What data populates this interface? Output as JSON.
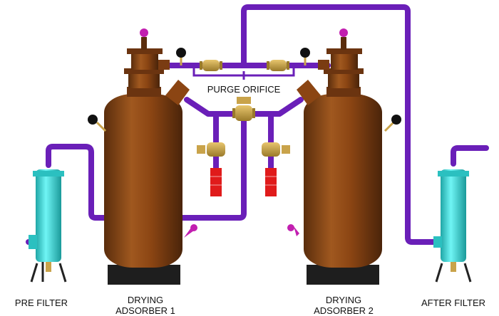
{
  "labels": {
    "purge_orifice": "PURGE ORIFICE",
    "pre_filter": "PRE FILTER",
    "after_filter": "AFTER FILTER",
    "adsorber1_line1": "DRYING",
    "adsorber1_line2": "ADSORBER 1",
    "adsorber2_line1": "DRYING",
    "adsorber2_line2": "ADSORBER 2"
  },
  "colors": {
    "pipe": "#6a1fb8",
    "vessel": "#8b4513",
    "vessel_dark": "#5a2d0c",
    "vessel_light": "#a0581f",
    "filter": "#3fe0e0",
    "filter_dark": "#1fa6a6",
    "valve": "#c9a34a",
    "silencer": "#e01b1b",
    "base": "#1e1e1e",
    "gauge": "#111111",
    "magenta": "#c21fb0"
  }
}
